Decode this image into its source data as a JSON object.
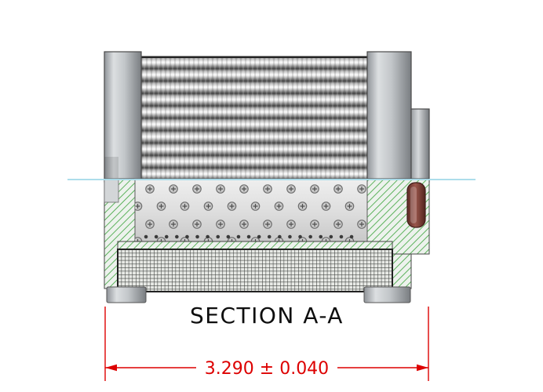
{
  "drawing": {
    "section_label": "SECTION A-A",
    "dimension": {
      "text": "3.290 ± 0.040",
      "value": "3.290",
      "tolerance": "0.040"
    },
    "colors": {
      "dimension_red": "#dd0000",
      "hatch_green": "#3aa33a",
      "centerline_blue": "#a9dcea",
      "seal_maroon": "#7a3a33",
      "background": "#ffffff"
    }
  }
}
